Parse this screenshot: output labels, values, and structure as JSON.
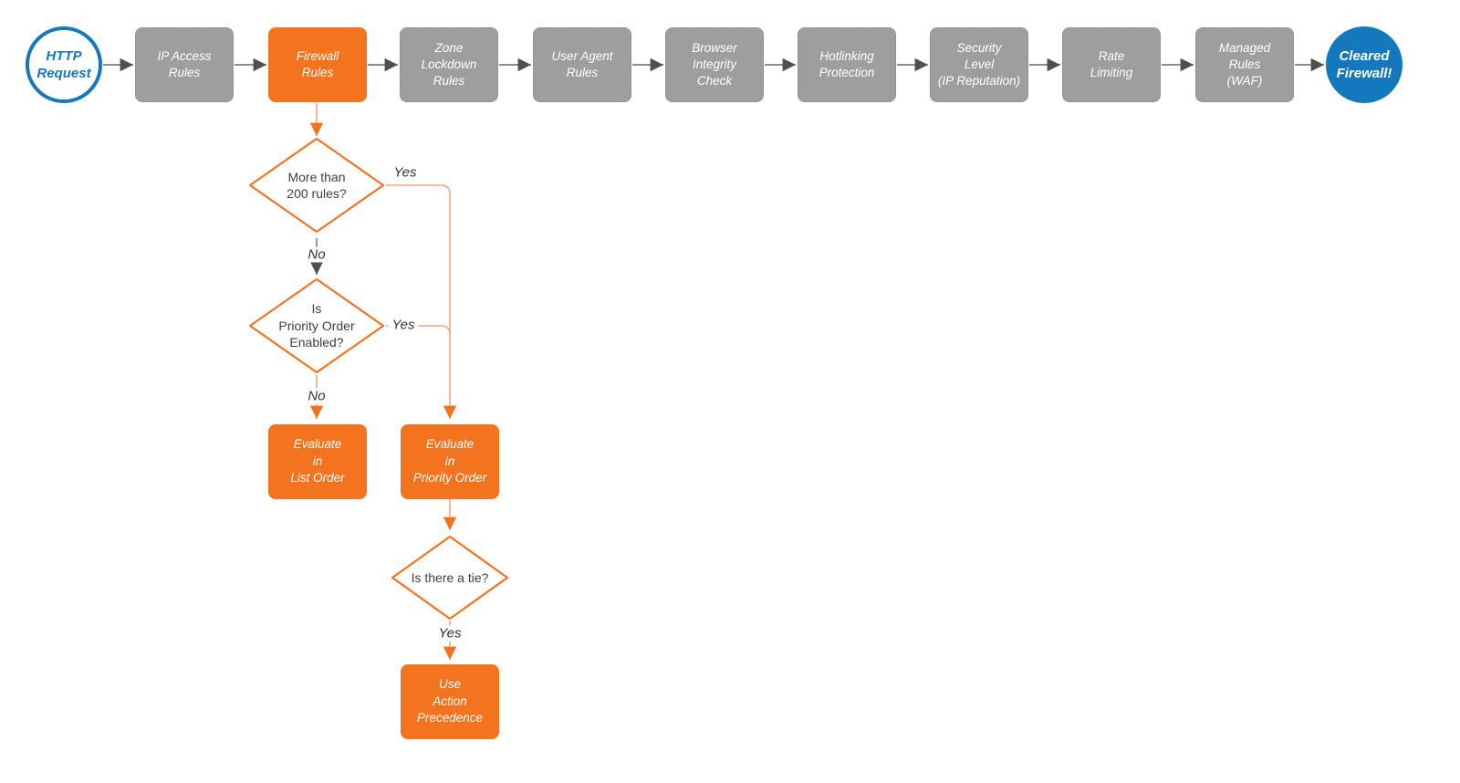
{
  "colors": {
    "accent_orange": "#f4731f",
    "connector_orange_light": "#f8a47e",
    "stage_gray": "#9e9e9e",
    "connector_gray": "#666666",
    "arrow_gray": "#4f4f4f",
    "brand_blue": "#1478bd",
    "diamond_text": "#3f3f3f",
    "box_text": "#ffffff"
  },
  "pipeline": {
    "start": {
      "label": "HTTP\nRequest"
    },
    "stages": [
      {
        "label": "IP Access\nRules",
        "highlighted": false
      },
      {
        "label": "Firewall\nRules",
        "highlighted": true
      },
      {
        "label": "Zone\nLockdown\nRules",
        "highlighted": false
      },
      {
        "label": "User Agent\nRules",
        "highlighted": false
      },
      {
        "label": "Browser\nIntegrity\nCheck",
        "highlighted": false
      },
      {
        "label": "Hotlinking\nProtection",
        "highlighted": false
      },
      {
        "label": "Security\nLevel\n(IP Reputation)",
        "highlighted": false
      },
      {
        "label": "Rate\nLimiting",
        "highlighted": false
      },
      {
        "label": "Managed\nRules\n(WAF)",
        "highlighted": false
      }
    ],
    "end": {
      "label": "Cleared\nFirewall!"
    }
  },
  "branch": {
    "decision_rule_count": {
      "label": "More than\n200 rules?",
      "yes_label": "Yes",
      "no_label": "No"
    },
    "decision_priority_order": {
      "label": "Is\nPriority Order\nEnabled?",
      "yes_label": "Yes",
      "no_label": "No"
    },
    "evaluate_list_order": {
      "label": "Evaluate\nin\nList Order"
    },
    "evaluate_priority_order": {
      "label": "Evaluate\nin\nPriority Order"
    },
    "decision_tie": {
      "label": "Is there a tie?",
      "yes_label": "Yes"
    },
    "use_action_precedence": {
      "label": "Use\nAction\nPrecedence"
    }
  }
}
